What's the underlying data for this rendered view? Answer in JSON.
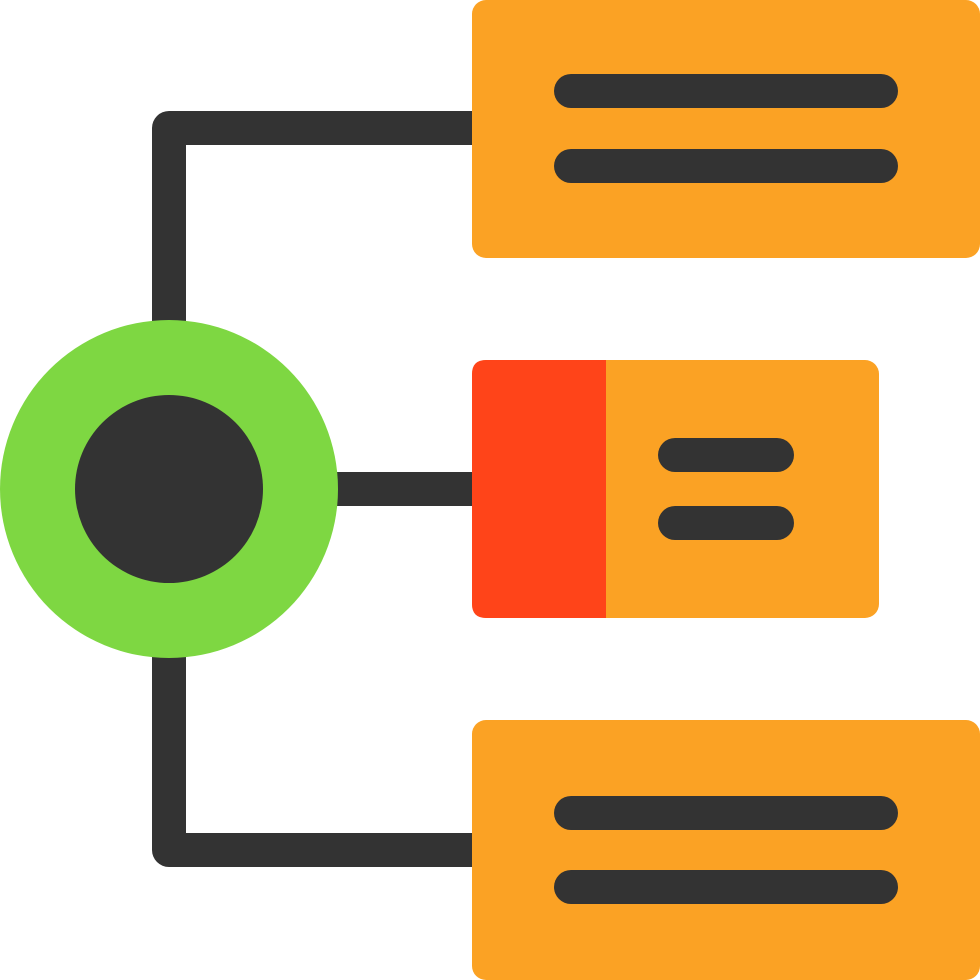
{
  "icon": {
    "name": "hierarchy-structure-icon",
    "style": "flat",
    "colors": {
      "line": "#333333",
      "hub_ring": "#7ED742",
      "hub_center": "#333333",
      "card": "#FBA224",
      "card_accent": "#FF4419",
      "background": "#FFFFFF"
    },
    "nodes": [
      {
        "name": "top-card",
        "text_lines": 2,
        "accent": false
      },
      {
        "name": "middle-card",
        "text_lines": 2,
        "accent": true
      },
      {
        "name": "bottom-card",
        "text_lines": 2,
        "accent": false
      }
    ]
  }
}
